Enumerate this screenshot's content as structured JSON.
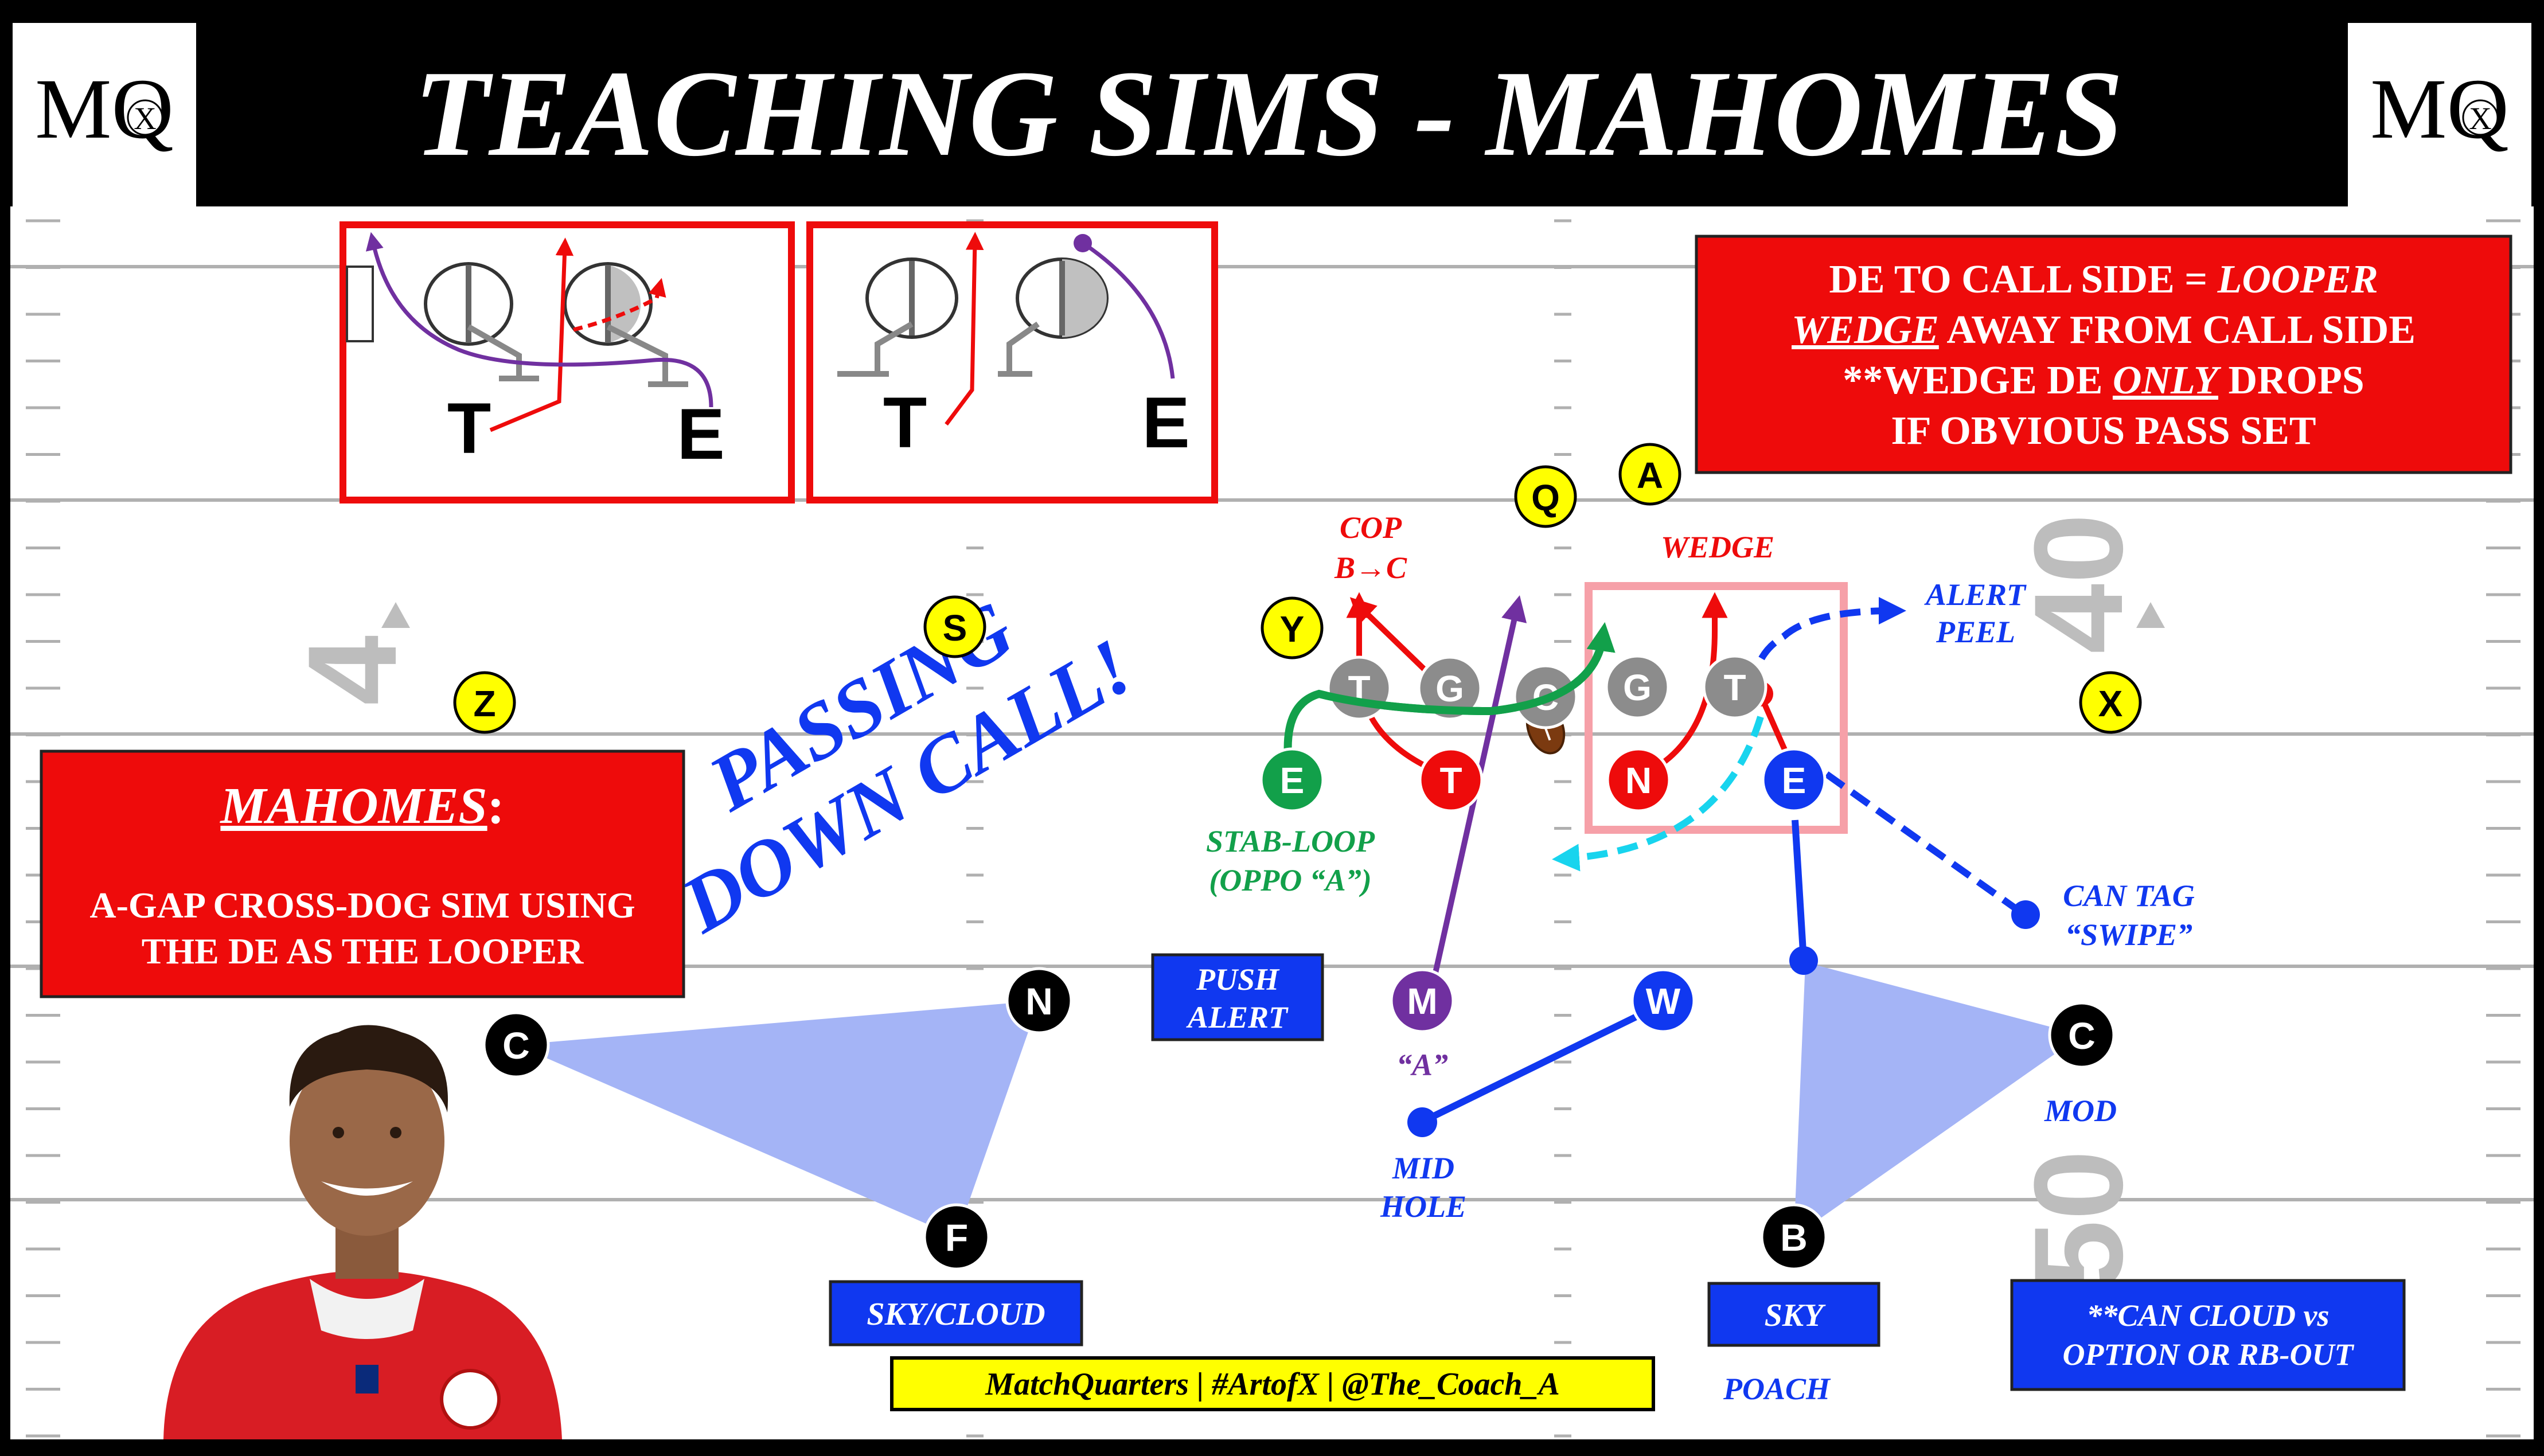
{
  "title": "TEACHING SIMS - MAHOMES",
  "logo": {
    "text": "MQ",
    "badge": "X"
  },
  "colors": {
    "red": "#ee0b0b",
    "blue": "#1038f0",
    "green": "#12a04a",
    "purple": "#7030a0",
    "cyan": "#18d4ee",
    "yellow": "#ffff00",
    "gray_player": "#8c8c8c",
    "zone": "#a4b4f6"
  },
  "field_numbers": {
    "left": "4",
    "right_top": "40",
    "right_bottom": "50"
  },
  "insets": [
    {
      "tackle": "T",
      "end": "E"
    },
    {
      "tackle": "T",
      "end": "E"
    }
  ],
  "call_box": {
    "line1a": "DE TO CALL SIDE = ",
    "line1b": "LOOPER",
    "line2a": "WEDGE",
    "line2b": " AWAY FROM CALL SIDE",
    "line3a": "**WEDGE DE ",
    "line3b": "ONLY",
    "line3c": " DROPS",
    "line4": "IF OBVIOUS PASS SET"
  },
  "mahomes_box": {
    "title": "MAHOMES",
    "colon": ":",
    "line1": "A-GAP CROSS-DOG SIM USING",
    "line2": "THE DE AS THE LOOPER"
  },
  "passing_call": {
    "line1": "PASSING",
    "line2": "DOWN CALL!"
  },
  "offense": {
    "Q": "Q",
    "A": "A",
    "Y": "Y",
    "S": "S",
    "Z": "Z",
    "X": "X",
    "linemen": [
      "T",
      "G",
      "C",
      "G",
      "T"
    ]
  },
  "defense": {
    "E_left": "E",
    "T": "T",
    "N": "N",
    "E_right": "E",
    "M": "M",
    "W": "W",
    "C_left": "C",
    "N_nickel": "N",
    "F": "F",
    "B": "B",
    "C_right": "C"
  },
  "labels": {
    "cop": "COP",
    "cop_gap": "B→C",
    "wedge": "WEDGE",
    "alert_peel_1": "ALERT",
    "alert_peel_2": "PEEL",
    "stab_loop_1": "STAB-LOOP",
    "stab_loop_2": "(OPPO “A”)",
    "can_tag_1": "CAN TAG",
    "can_tag_2": "“SWIPE”",
    "push_alert_1": "PUSH",
    "push_alert_2": "ALERT",
    "a_gap": "“A”",
    "mid_hole_1": "MID",
    "mid_hole_2": "HOLE",
    "mod": "MOD",
    "sky_cloud": "SKY/CLOUD",
    "sky": "SKY",
    "poach": "POACH",
    "can_cloud_1": "**CAN CLOUD vs",
    "can_cloud_2": "OPTION OR RB-OUT"
  },
  "footer": "MatchQuarters | #ArtofX | @The_Coach_A"
}
